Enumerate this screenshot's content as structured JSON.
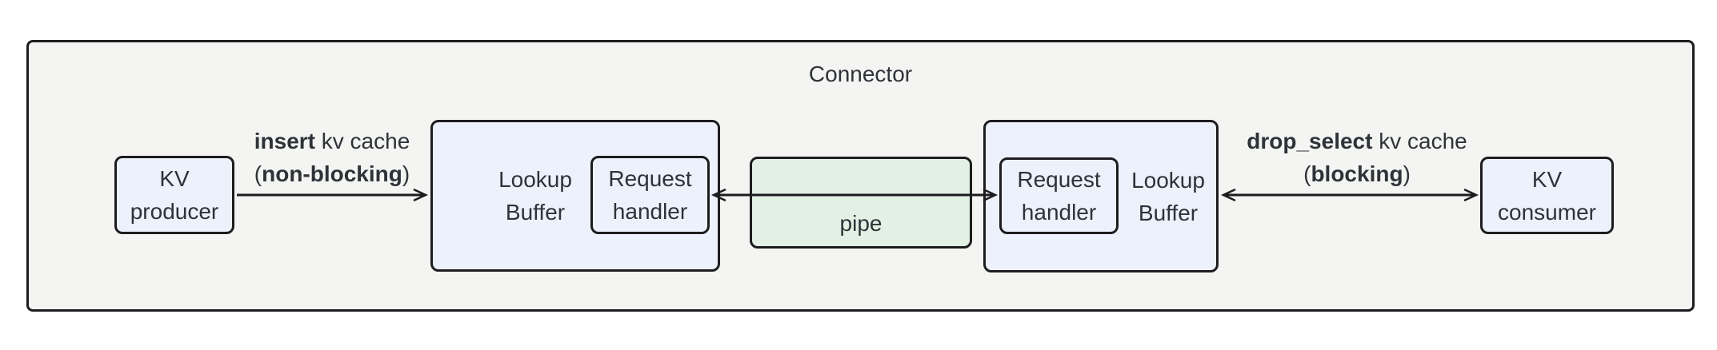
{
  "diagram": {
    "title": "Connector",
    "nodes": {
      "kv_producer": {
        "line1": "KV",
        "line2": "producer"
      },
      "lookup_buffer_left": {
        "line1": "Lookup",
        "line2": "Buffer"
      },
      "request_handler_left": {
        "line1": "Request",
        "line2": "handler"
      },
      "pipe": {
        "label": "pipe"
      },
      "request_handler_right": {
        "line1": "Request",
        "line2": "handler"
      },
      "lookup_buffer_right": {
        "line1": "Lookup",
        "line2": "Buffer"
      },
      "kv_consumer": {
        "line1": "KV",
        "line2": "consumer"
      }
    },
    "edges": {
      "insert": {
        "method": "insert",
        "rest": " kv cache",
        "paren_open": "(",
        "mode": "non-blocking",
        "paren_close": ")"
      },
      "drop_select": {
        "method": "drop_select",
        "rest": " kv cache",
        "paren_open": "(",
        "mode": "blocking",
        "paren_close": ")"
      }
    },
    "colors": {
      "border": "#1d1d1f",
      "text": "#2e3338",
      "node_fill": "#edf1fb",
      "pipe_fill": "#e3f1e4",
      "container_fill": "#f4f4f3"
    }
  }
}
